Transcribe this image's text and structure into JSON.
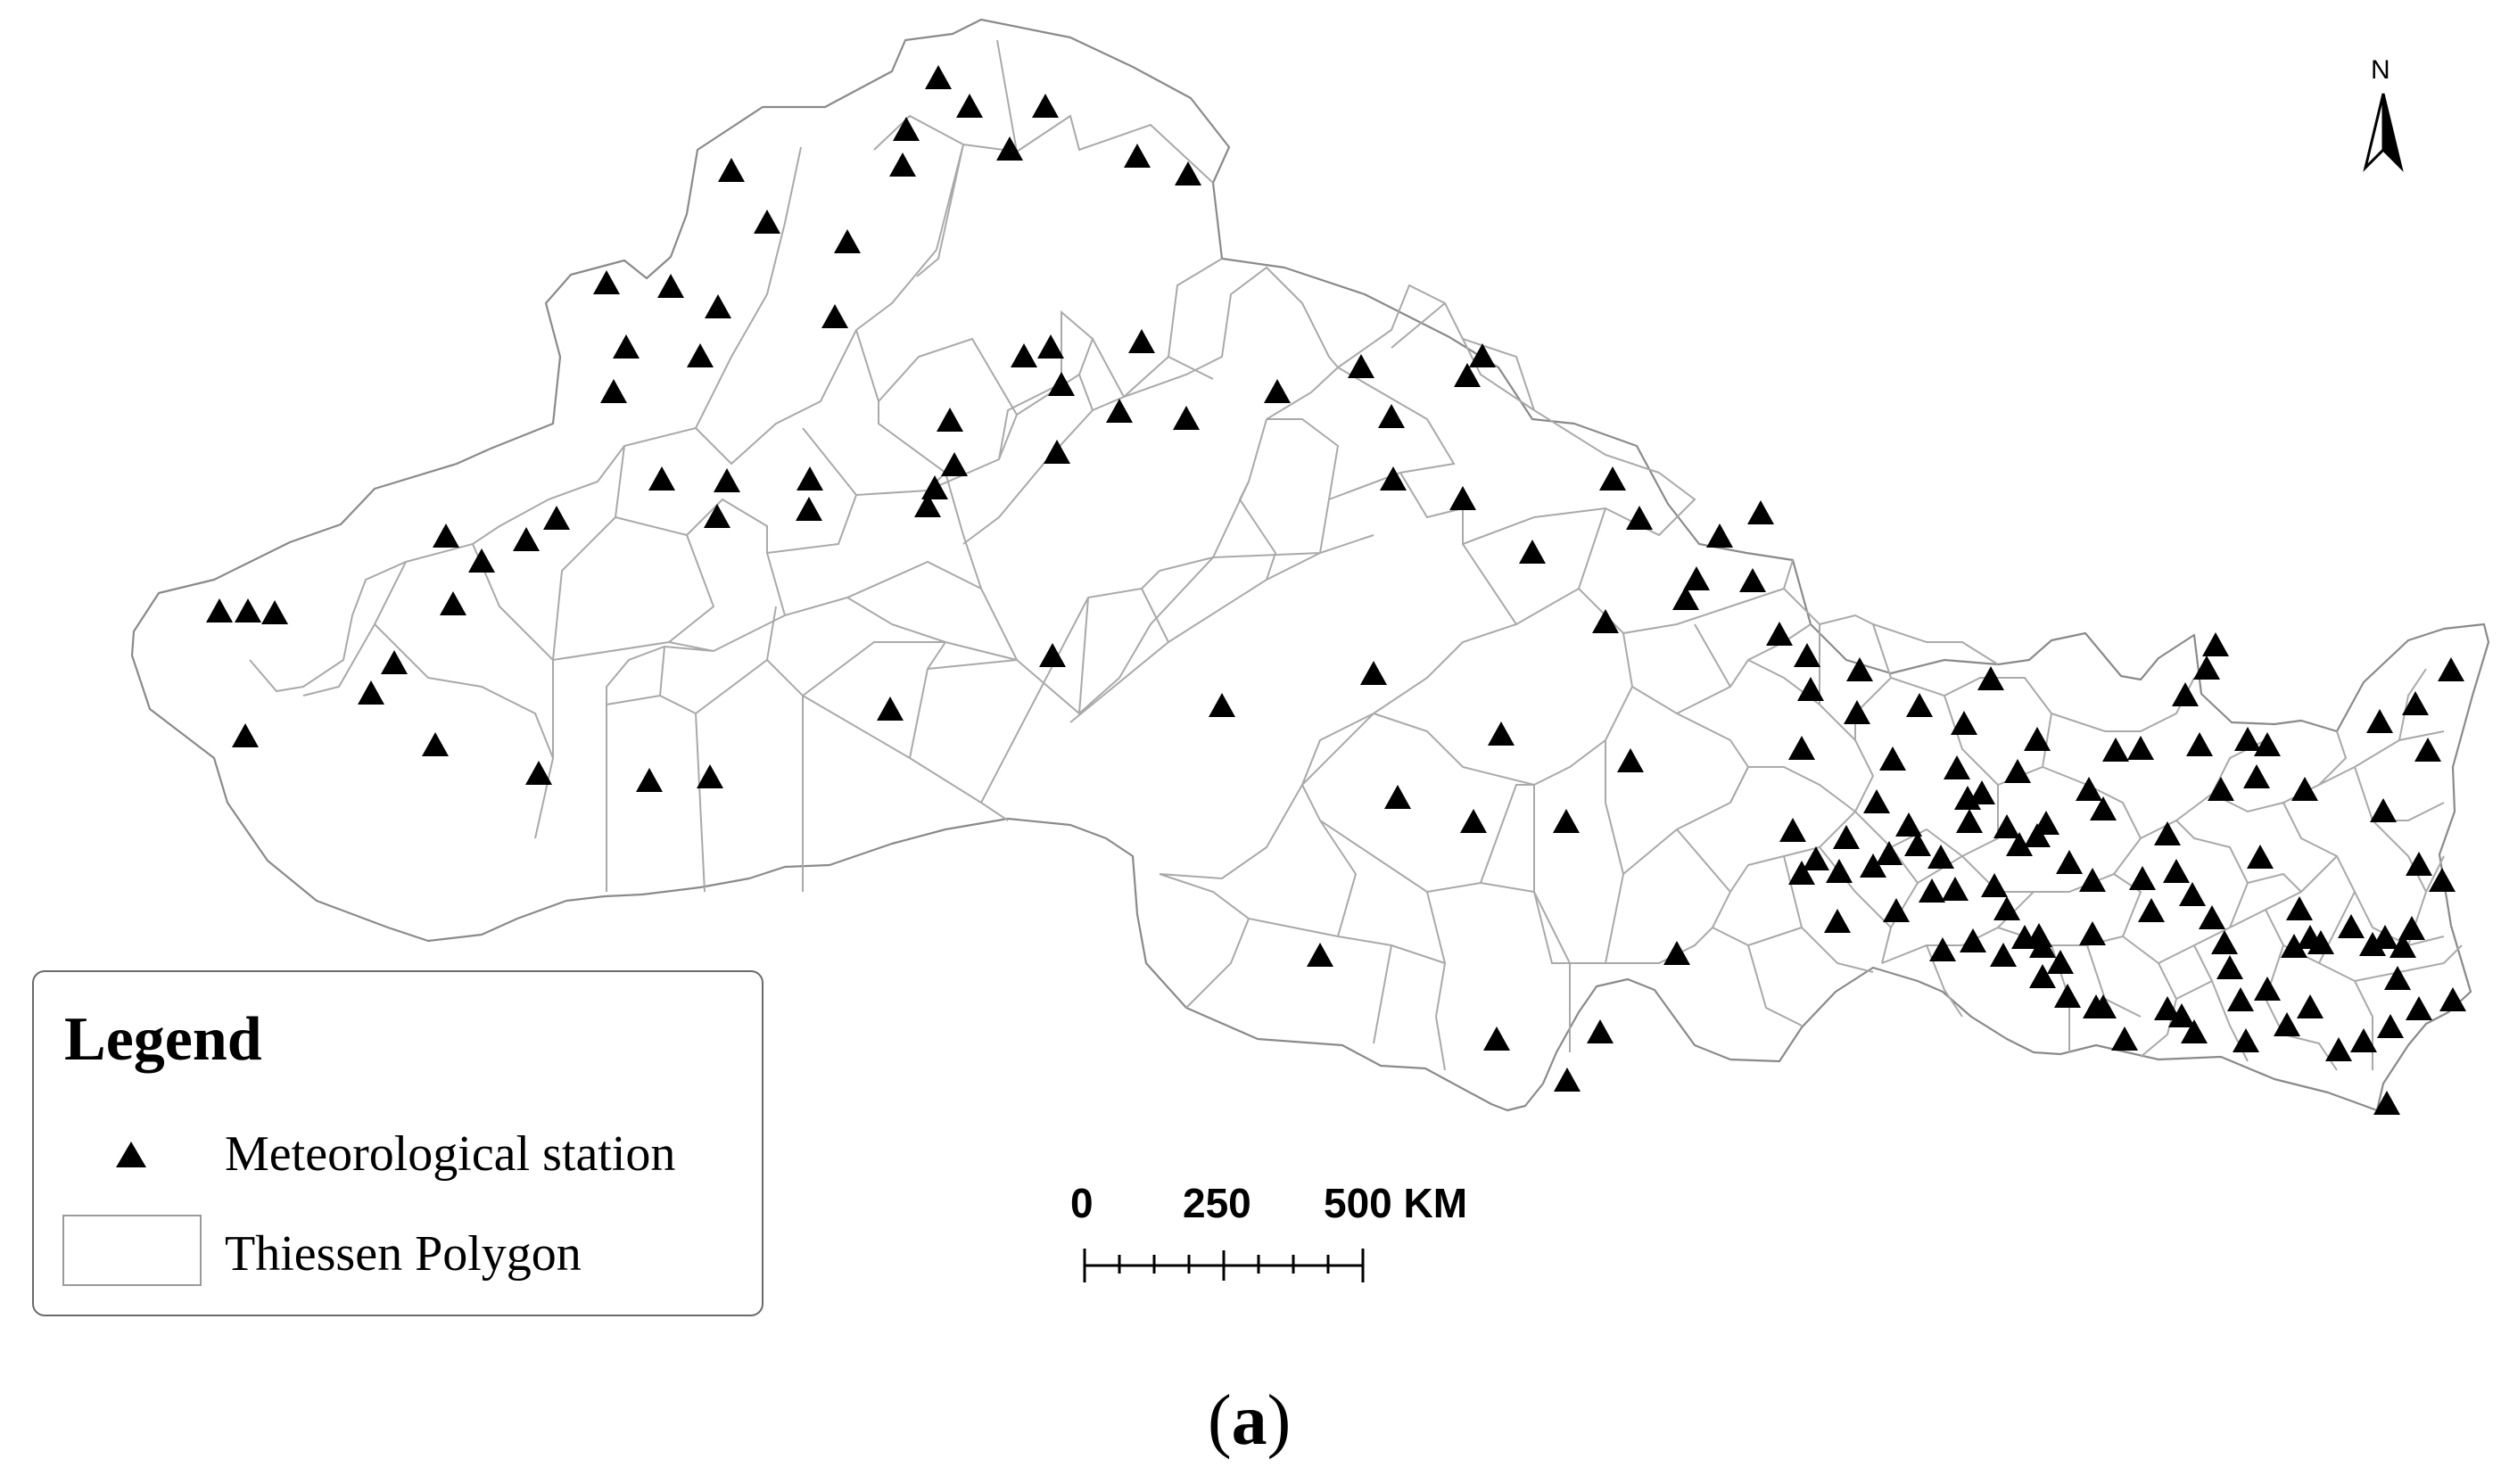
{
  "map": {
    "north_arrow_label": "N",
    "station_count": 196,
    "colors": {
      "station": "#000000",
      "polygon_edges": "#a9a9a9",
      "outline": "#8a8a8a"
    }
  },
  "legend": {
    "title": "Legend",
    "items": [
      {
        "label": "Meteorological station",
        "icon": "filled-triangle"
      },
      {
        "label": "Thiessen Polygon",
        "icon": "empty-rectangle"
      }
    ]
  },
  "scale_bar": {
    "labels": [
      "0",
      "250",
      "500 KM"
    ],
    "unit": "KM"
  },
  "caption": {
    "open": "(",
    "letter": "a",
    "close": ")"
  }
}
